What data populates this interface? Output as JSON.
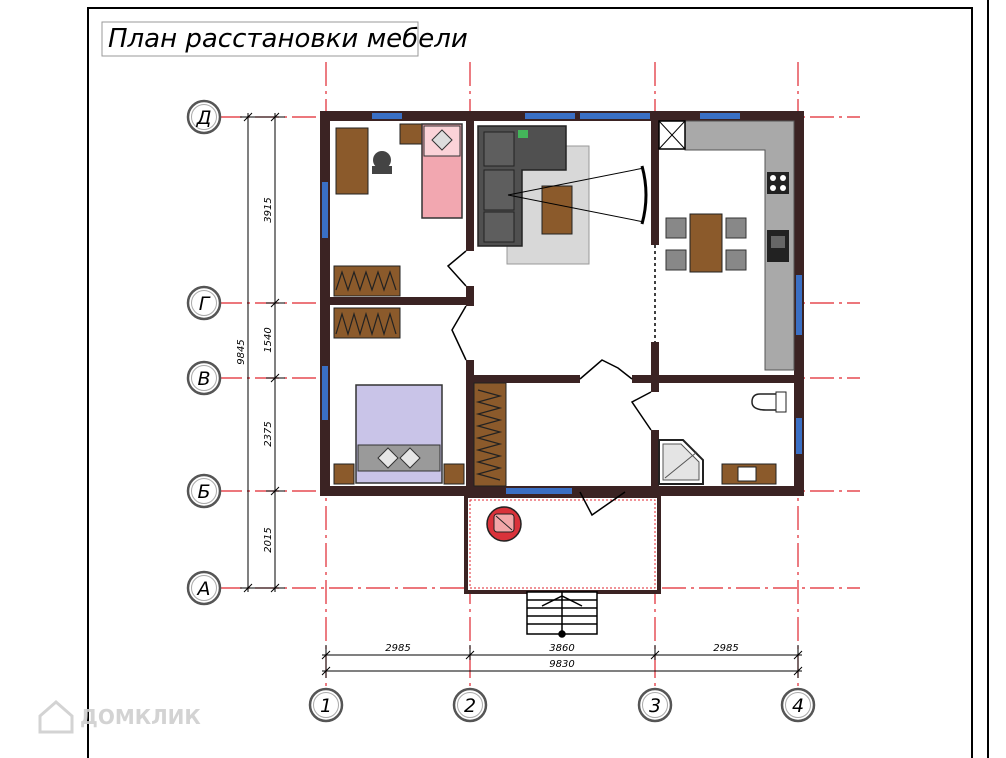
{
  "title": "План расстановки мебели",
  "axes": {
    "rows": [
      "Д",
      "Г",
      "В",
      "Б",
      "А"
    ],
    "cols": [
      "1",
      "2",
      "3",
      "4"
    ]
  },
  "dimensions": {
    "vertical_total": "9845",
    "vertical": [
      "3915",
      "1540",
      "2375",
      "2015"
    ],
    "horizontal": [
      "2985",
      "3860",
      "2985"
    ],
    "horizontal_total": "9830"
  },
  "watermark": "ДОМКЛИК",
  "colors": {
    "wall": "#3b2323",
    "axis_line": "#e0262f",
    "window": "#3a6fc4",
    "floor": "#ffffff"
  }
}
